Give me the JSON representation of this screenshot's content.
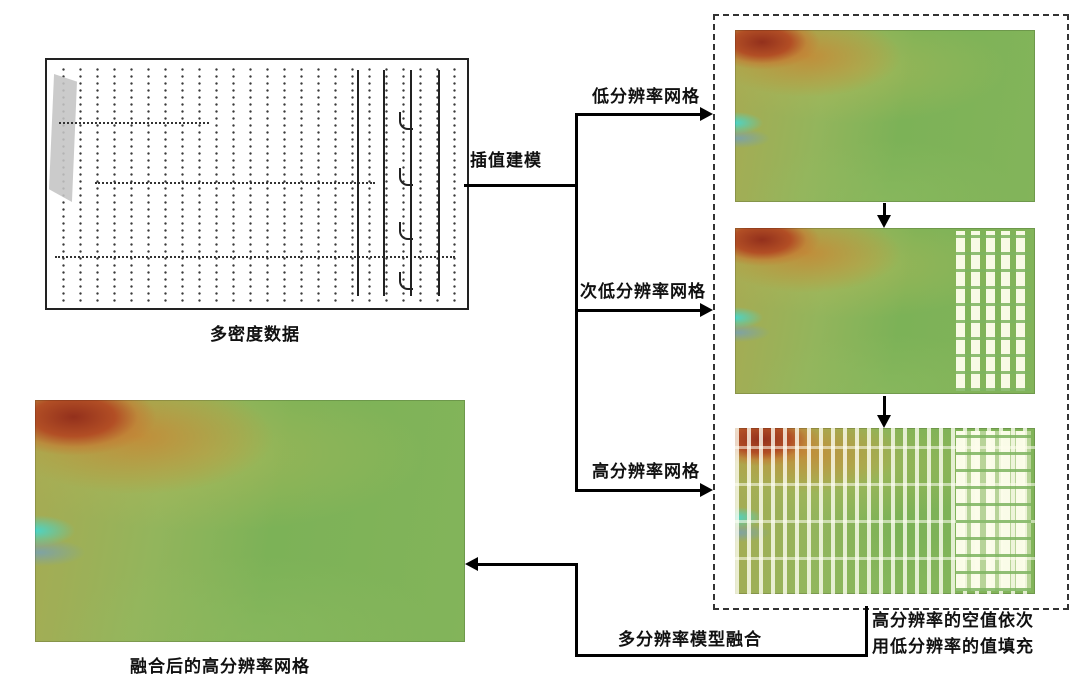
{
  "diagram": {
    "source": {
      "label": "多密度数据"
    },
    "edges": {
      "interpolation": "插值建模",
      "low_res": "低分辨率网格",
      "sub_low_res": "次低分辨率网格",
      "high_res": "高分辨率网格",
      "fusion": "多分辨率模型融合"
    },
    "result": {
      "label": "融合后的高分辨率网格"
    },
    "note": {
      "line1": "高分辨率的空值依次",
      "line2": "用低分辨率的值填充"
    },
    "colors": {
      "heatmap_green": "#7cb257",
      "heatmap_red": "#93301c",
      "heatmap_orange": "#c77d2d",
      "heatmap_yellow": "#baba58",
      "heatmap_cyan": "#46d7cd",
      "stripe_cream": "#fdfdeb",
      "connector_black": "#000000",
      "wedge_gray": "#c4c4c4"
    }
  }
}
